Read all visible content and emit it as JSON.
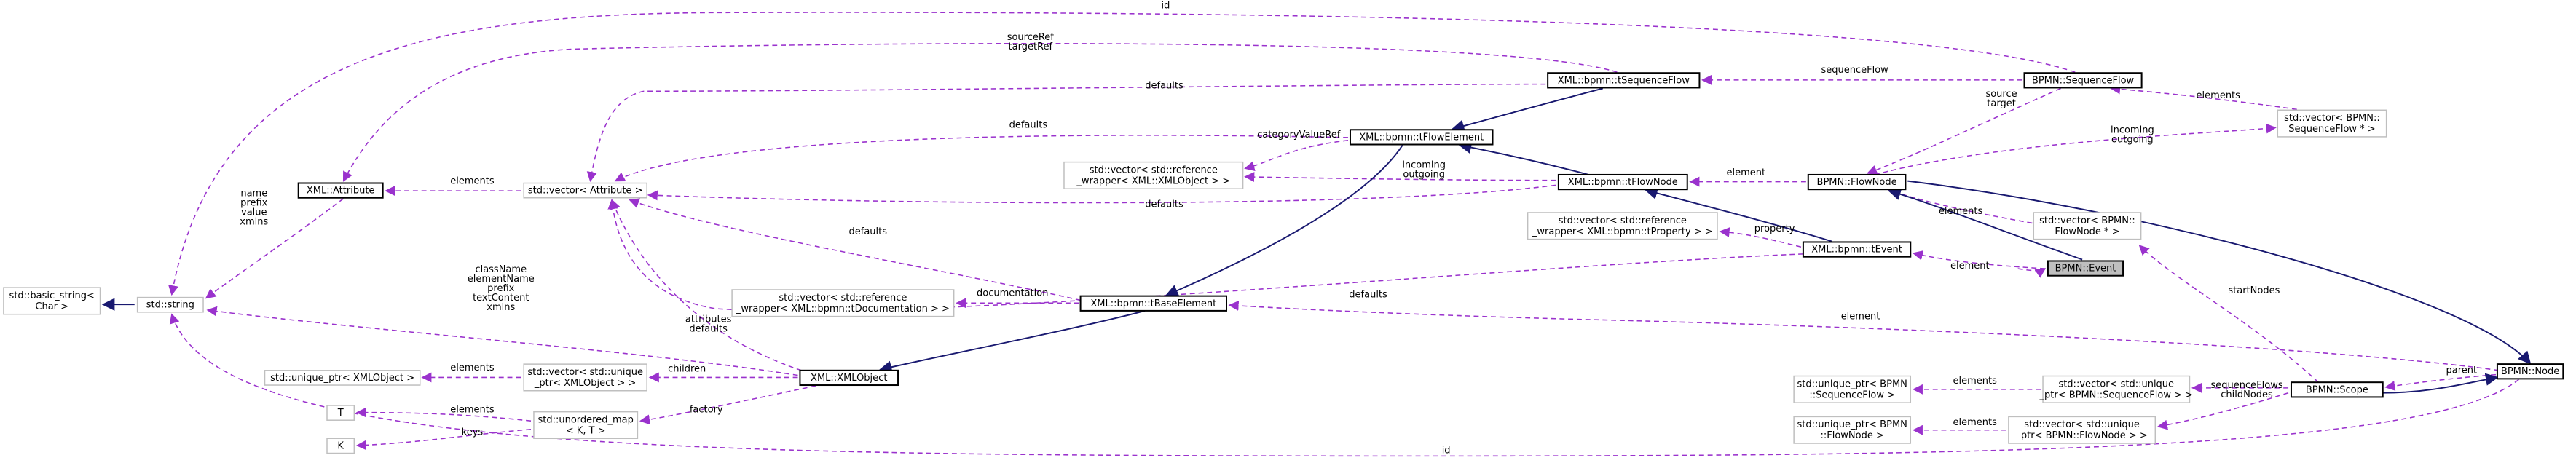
{
  "nodes": {
    "basic_string": [
      "std::basic_string<",
      "Char >"
    ],
    "string": [
      "std::string"
    ],
    "attribute": [
      "XML::Attribute"
    ],
    "vec_attr": [
      "std::vector< Attribute >"
    ],
    "vec_doc": [
      "std::vector< std::reference",
      "_wrapper< XML::bpmn::tDocumentation > >"
    ],
    "vec_xml_ref": [
      "std::vector< std::reference",
      "_wrapper< XML::XMLObject > >"
    ],
    "vec_prop": [
      "std::vector< std::reference",
      "_wrapper< XML::bpmn::tProperty > >"
    ],
    "uptr_xml": [
      "std::unique_ptr< XMLObject >"
    ],
    "vec_uptr_xml": [
      "std::vector< std::unique",
      "_ptr< XMLObject > >"
    ],
    "T": [
      "T"
    ],
    "K": [
      "K"
    ],
    "umap": [
      "std::unordered_map",
      "< K, T >"
    ],
    "xmlobject": [
      "XML::XMLObject"
    ],
    "tbase": [
      "XML::bpmn::tBaseElement"
    ],
    "tflowelem": [
      "XML::bpmn::tFlowElement"
    ],
    "tseqflow": [
      "XML::bpmn::tSequenceFlow"
    ],
    "tflownode": [
      "XML::bpmn::tFlowNode"
    ],
    "tevent": [
      "XML::bpmn::tEvent"
    ],
    "seqflow": [
      "BPMN::SequenceFlow"
    ],
    "flownode": [
      "BPMN::FlowNode"
    ],
    "event": [
      "BPMN::Event"
    ],
    "vec_seqflow_ptr": [
      "std::vector< BPMN::",
      "SequenceFlow * >"
    ],
    "vec_flownode_ptr": [
      "std::vector< BPMN::",
      "FlowNode * >"
    ],
    "uptr_seqflow": [
      "std::unique_ptr< BPMN",
      "::SequenceFlow >"
    ],
    "vec_uptr_seqflow": [
      "std::vector< std::unique",
      "_ptr< BPMN::SequenceFlow > >"
    ],
    "uptr_flownode": [
      "std::unique_ptr< BPMN",
      "::FlowNode >"
    ],
    "vec_uptr_flownode": [
      "std::vector< std::unique",
      "_ptr< BPMN::FlowNode > >"
    ],
    "scope": [
      "BPMN::Scope"
    ],
    "node": [
      "BPMN::Node"
    ]
  },
  "edge_labels": {
    "id_top": [
      "id"
    ],
    "id_bottom": [
      "id"
    ],
    "string_attr": [
      "name",
      "prefix",
      "value",
      "xmlns"
    ],
    "string_xmlobj": [
      "className",
      "elementName",
      "prefix",
      "textContent",
      "xmlns"
    ],
    "elements_attr": [
      "elements"
    ],
    "srcref": [
      "sourceRef",
      "targetRef"
    ],
    "defaults_seqflow": [
      "defaults"
    ],
    "defaults_flowelem": [
      "defaults"
    ],
    "defaults_flownode": [
      "defaults"
    ],
    "defaults_base": [
      "defaults"
    ],
    "defaults_event": [
      "defaults"
    ],
    "attributes_defaults": [
      "attributes",
      "defaults"
    ],
    "category": [
      "categoryValueRef"
    ],
    "incoming_outgoing_tfn": [
      "incoming",
      "outgoing"
    ],
    "documentation": [
      "documentation"
    ],
    "property": [
      "property"
    ],
    "children": [
      "children"
    ],
    "elements_uptr": [
      "elements"
    ],
    "factory": [
      "factory"
    ],
    "elements_T": [
      "elements"
    ],
    "keys": [
      "keys"
    ],
    "seqflow_lbl": [
      "sequenceFlow"
    ],
    "element_fn": [
      "element"
    ],
    "element_ev": [
      "element"
    ],
    "element_node": [
      "element"
    ],
    "source_target": [
      "source",
      "target"
    ],
    "elements_seqvec": [
      "elements"
    ],
    "incoming_outgoing_fn": [
      "incoming",
      "outgoing"
    ],
    "elements_fnvec": [
      "elements"
    ],
    "startNodes": [
      "startNodes"
    ],
    "seqflows_childnodes": [
      "sequenceFlows",
      "childNodes"
    ],
    "elements_useq": [
      "elements"
    ],
    "elements_ufn": [
      "elements"
    ],
    "parent": [
      "parent"
    ]
  },
  "colors": {
    "inheritance": "#191970",
    "usage": "#9a32cd",
    "external_border": "#bfbfbf",
    "focus_fill": "#bfbfbf"
  }
}
